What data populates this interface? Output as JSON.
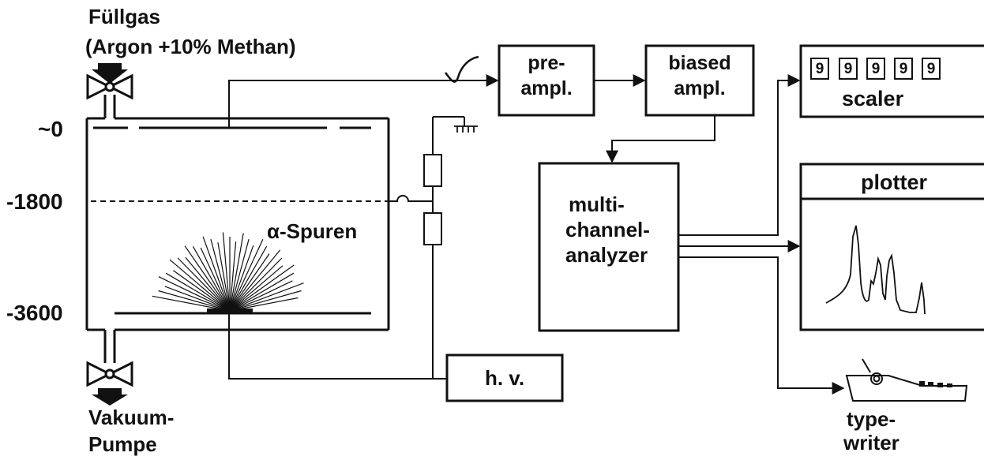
{
  "fill_gas": {
    "title": "Füllgas",
    "composition": "(Argon +10% Methan)"
  },
  "vacuum_pump": {
    "line1": "Vakuum-",
    "line2": "Pumpe"
  },
  "voltage_levels": {
    "top": "~0",
    "middle": "-1800",
    "bottom": "-3600"
  },
  "chamber_label": "α-Spuren",
  "blocks": {
    "preamp_line1": "pre-",
    "preamp_line2": "ampl.",
    "biased_line1": "biased",
    "biased_line2": "ampl.",
    "mca_line1": "multi-",
    "mca_line2": "channel-",
    "mca_line3": "analyzer",
    "hv": "h. v.",
    "scaler": "scaler",
    "scaler_digits": [
      "9",
      "9",
      "9",
      "9",
      "9"
    ],
    "plotter": "plotter",
    "typewriter_line1": "type-",
    "typewriter_line2": "writer"
  }
}
